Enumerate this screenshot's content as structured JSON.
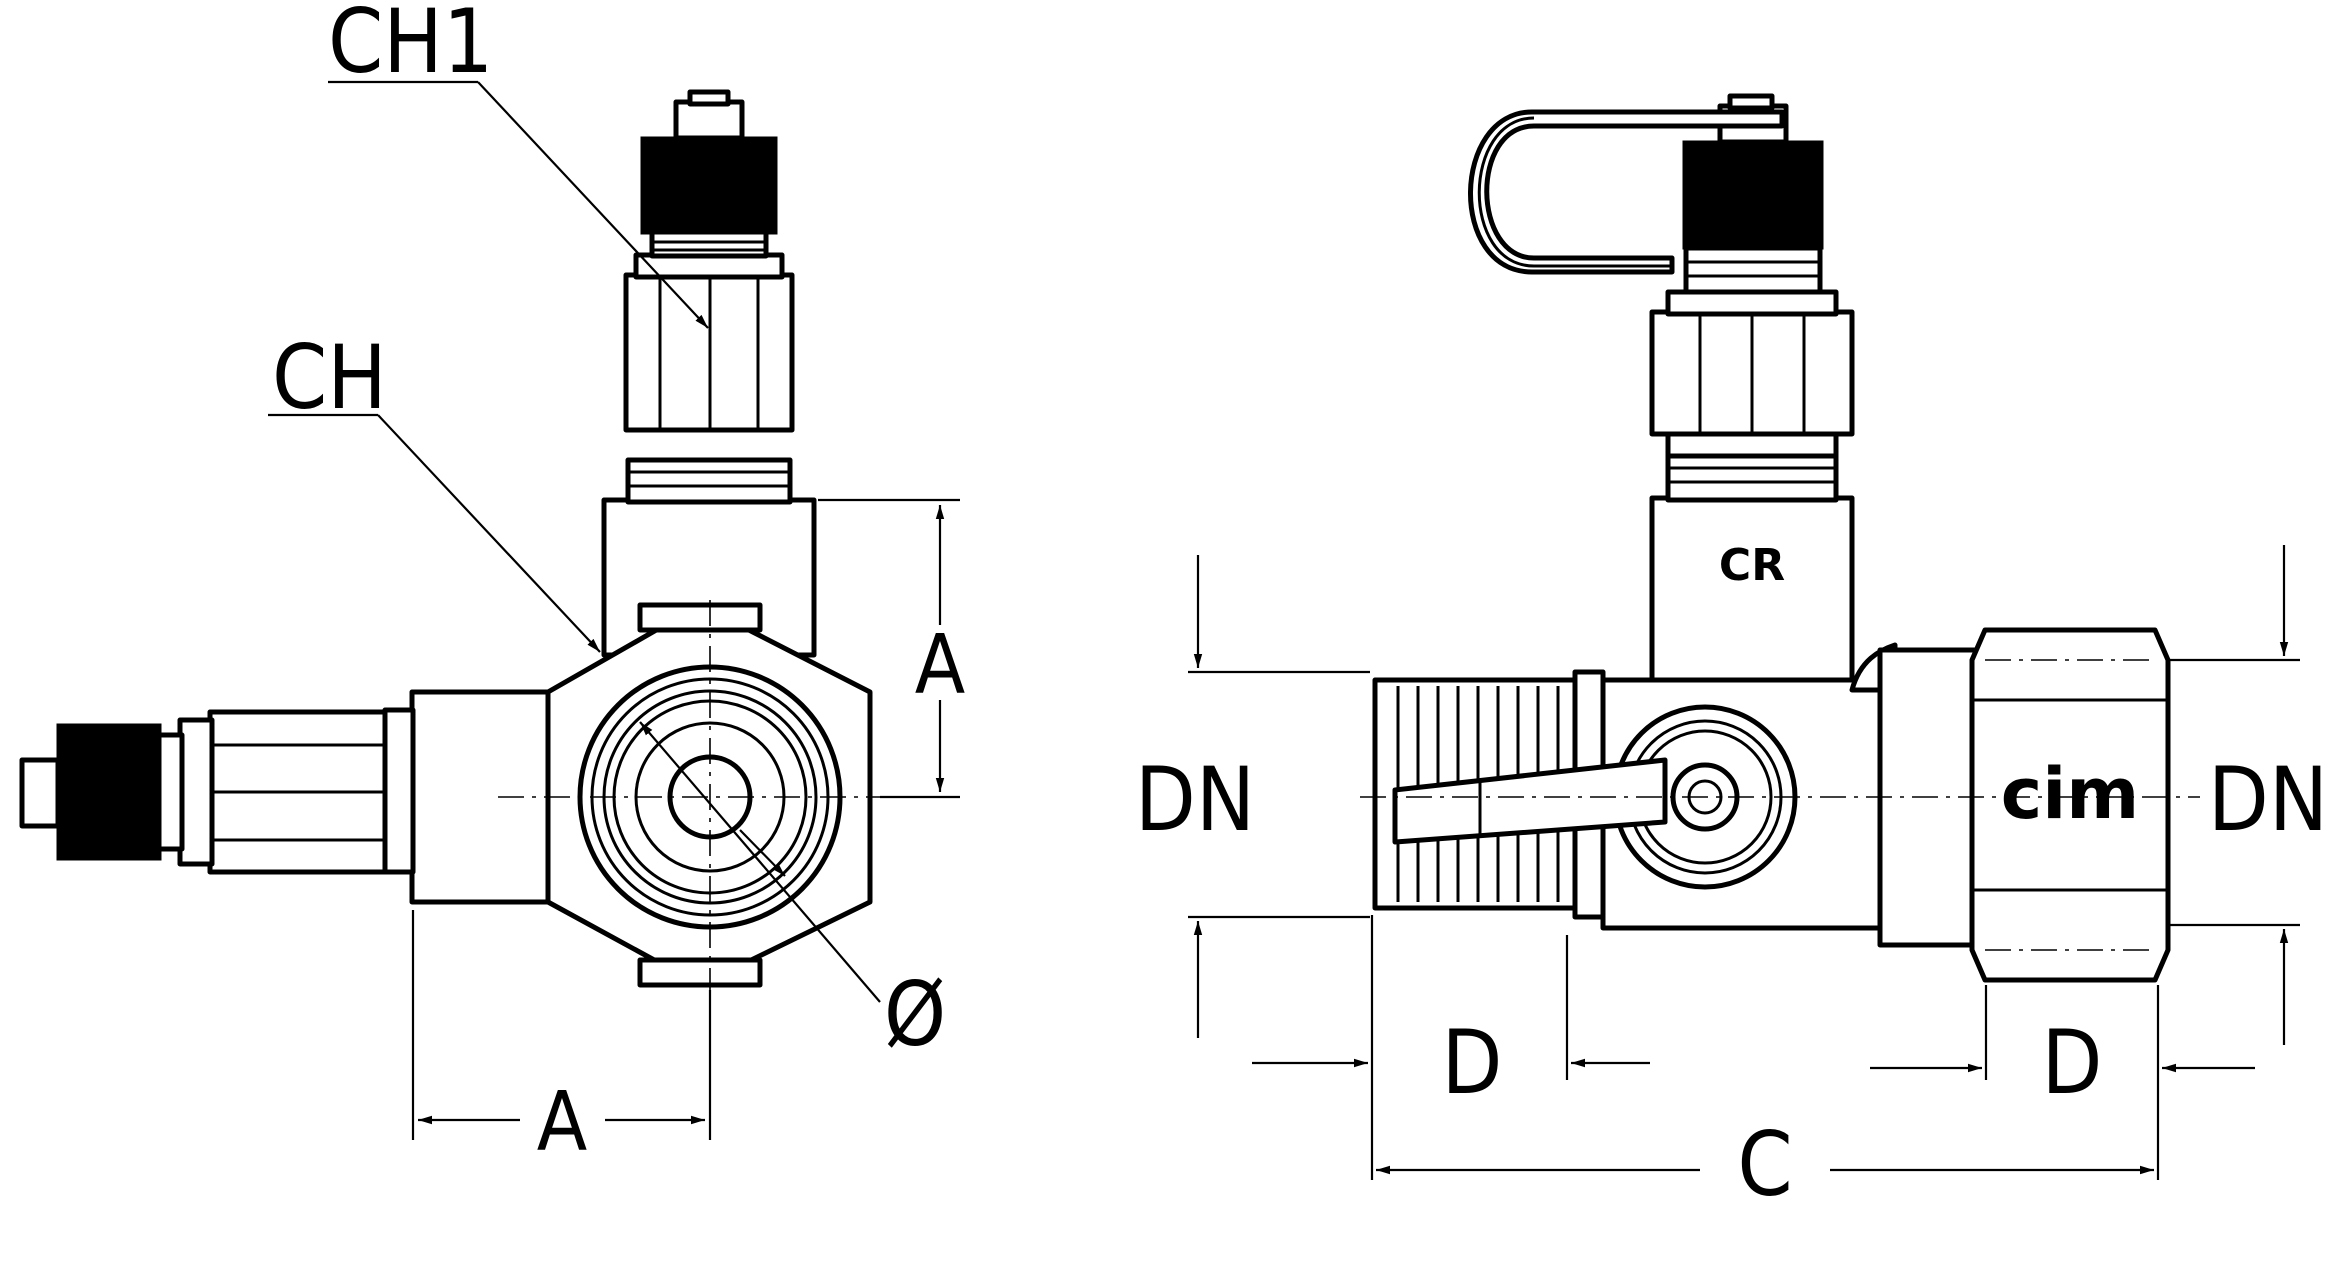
{
  "labels": {
    "ch1": "CH1",
    "ch": "CH",
    "a_vertical": "A",
    "a_horizontal": "A",
    "diameter": "Ø",
    "dn_left": "DN",
    "dn_right": "DN",
    "d_left": "D",
    "d_right": "D",
    "c": "C",
    "logo_cr": "CR",
    "logo_cim": "cim"
  },
  "colors": {
    "line": "#000000",
    "background": "#ffffff"
  }
}
